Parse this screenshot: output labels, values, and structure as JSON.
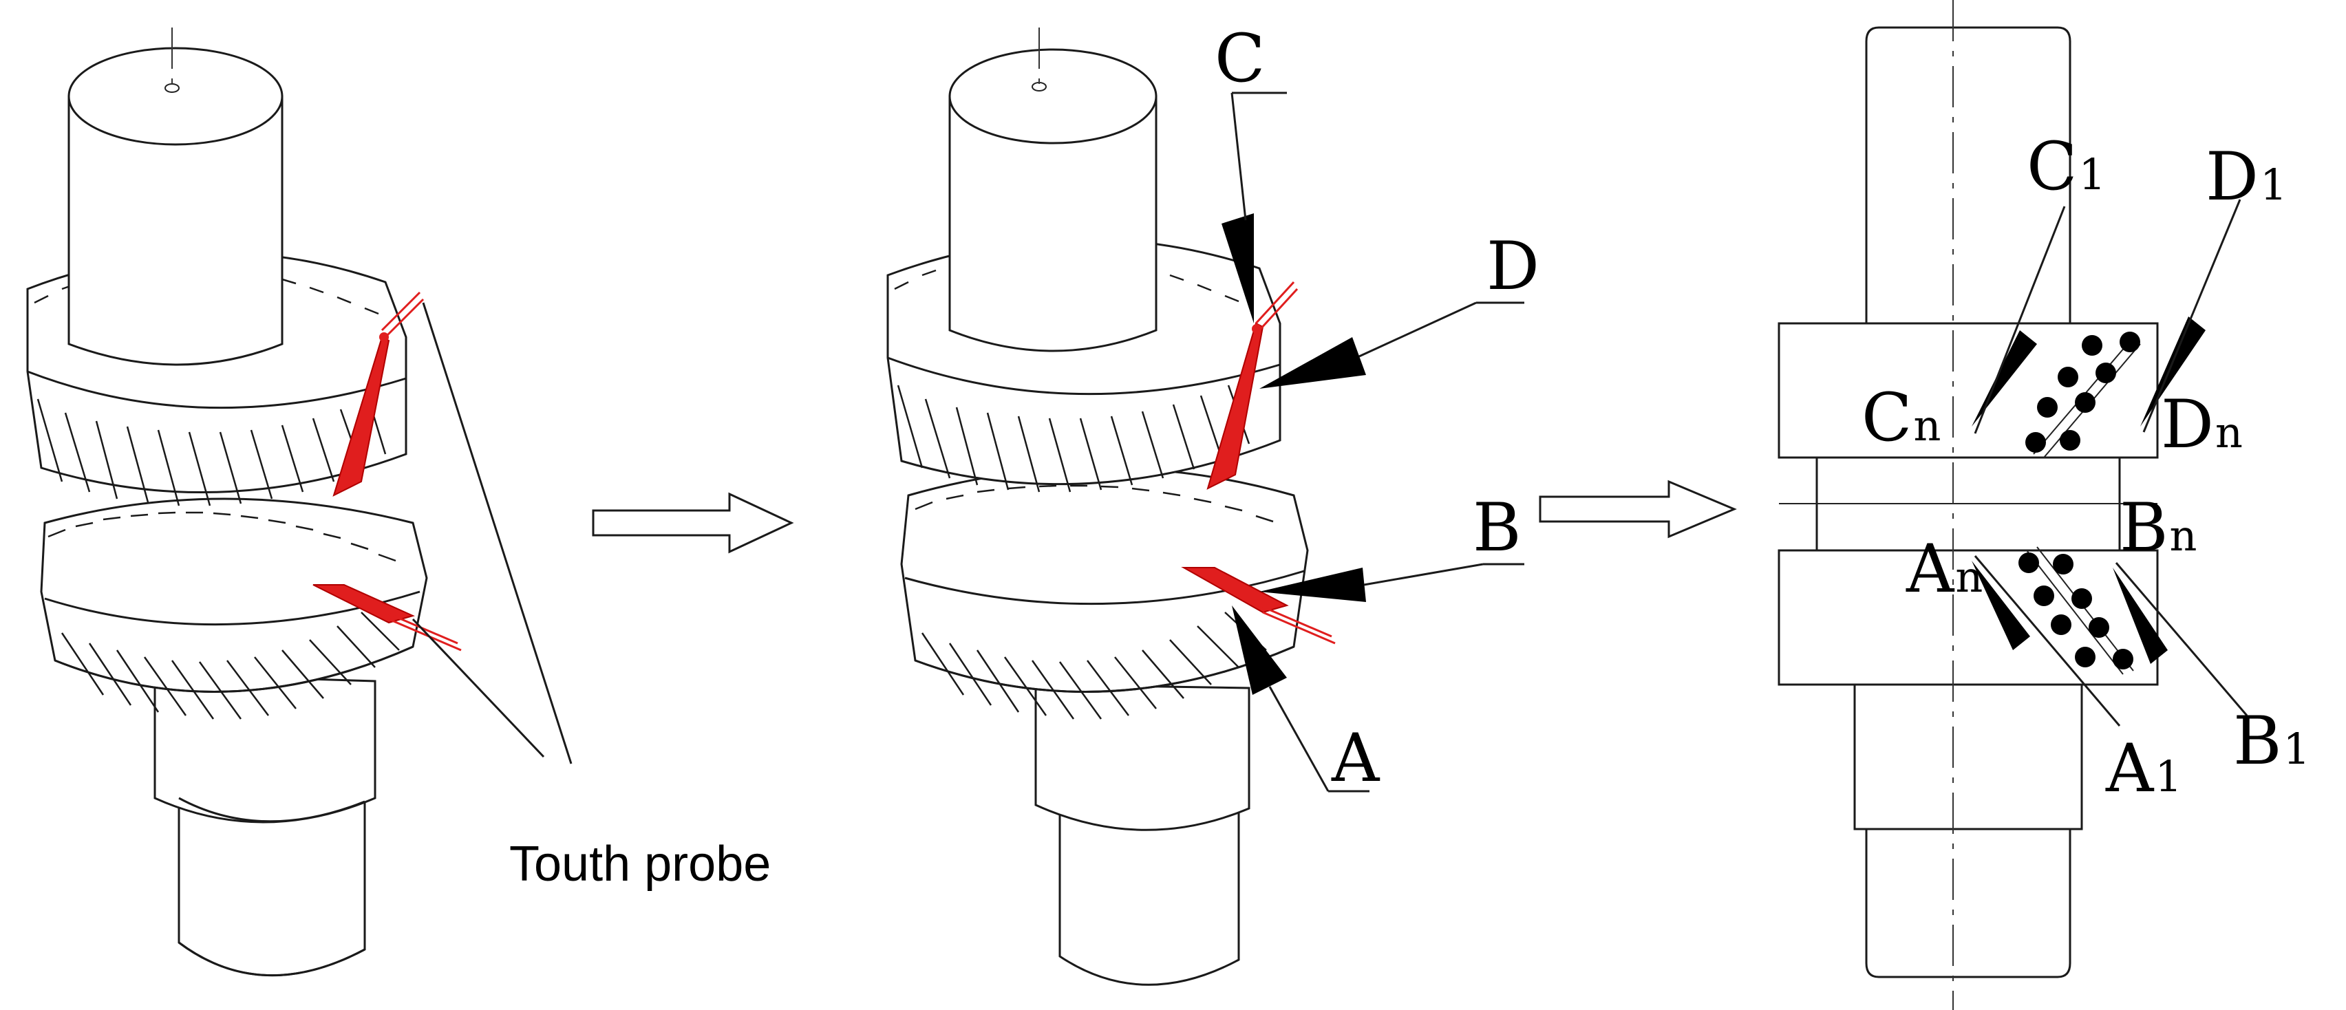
{
  "labels": {
    "probe": "Touth probe",
    "mid_A": "A",
    "mid_B": "B",
    "mid_C": "C",
    "mid_D": "D",
    "right_C1_main": "C",
    "right_C1_sub": "1",
    "right_D1_main": "D",
    "right_D1_sub": "1",
    "right_Cn_main": "C",
    "right_Cn_sub": "n",
    "right_Dn_main": "D",
    "right_Dn_sub": "n",
    "right_An_main": "A",
    "right_An_sub": "n",
    "right_Bn_main": "B",
    "right_Bn_sub": "n",
    "right_A1_main": "A",
    "right_A1_sub": "1",
    "right_B1_main": "B",
    "right_B1_sub": "1"
  },
  "colors": {
    "line": "#1a1a1a",
    "probe_red": "#e01e1e",
    "pointer": "#000000"
  }
}
